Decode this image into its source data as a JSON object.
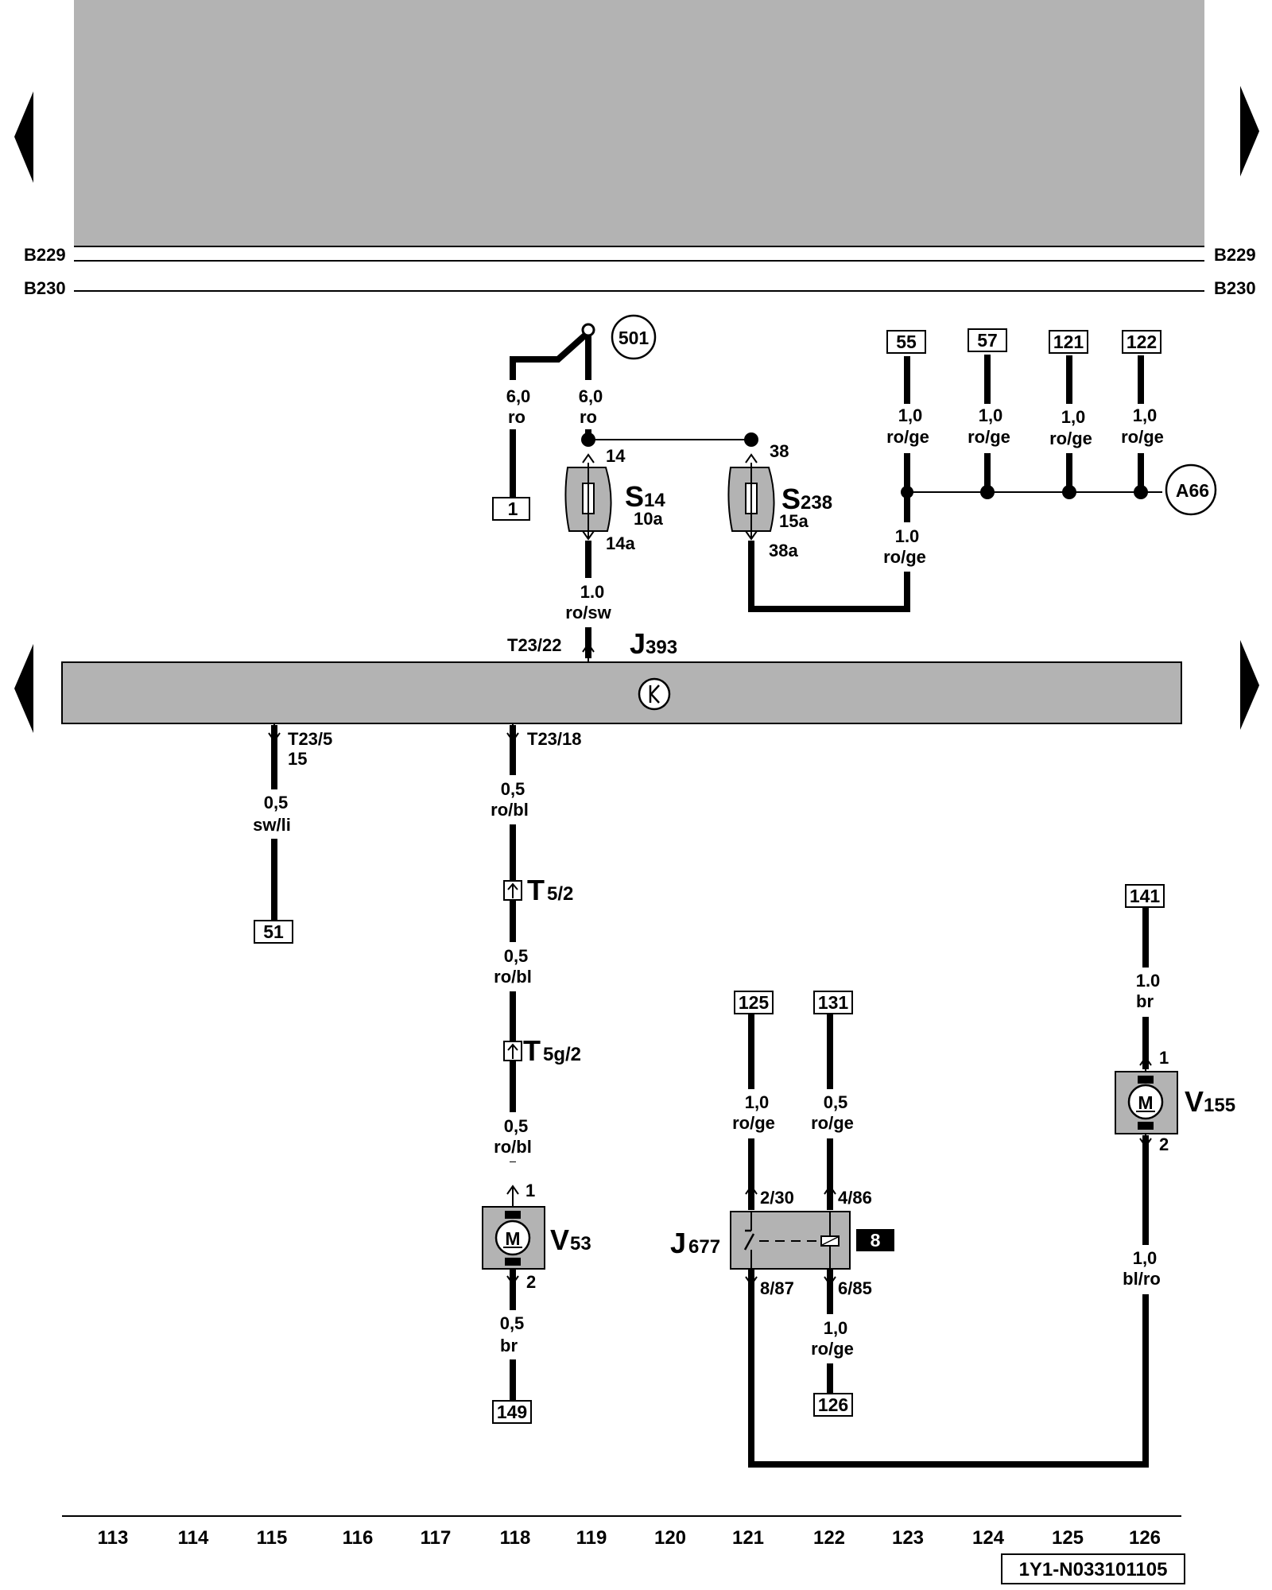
{
  "page": {
    "bus_labels": {
      "b229": "B229",
      "b230": "B230"
    },
    "document_id": "1Y1-N033101105",
    "current_track_numbers": [
      "113",
      "114",
      "115",
      "116",
      "117",
      "118",
      "119",
      "120",
      "121",
      "122",
      "123",
      "124",
      "125",
      "126"
    ]
  },
  "nav": {
    "prev_icon": "triangle-left-icon",
    "next_icon": "triangle-right-icon"
  },
  "components": {
    "j393": {
      "letter": "J",
      "sub": "393",
      "symbol_icon": "control-unit-symbol-icon"
    },
    "s14": {
      "letter": "S",
      "sub": "14",
      "amp": "10a",
      "in_pin": "14",
      "out_pin": "14a"
    },
    "s238": {
      "letter": "S",
      "sub": "238",
      "amp": "15a",
      "in_pin": "38",
      "out_pin": "38a"
    },
    "t5": {
      "letter": "T",
      "sub": "5/2"
    },
    "t5g": {
      "letter": "T",
      "sub": "5g/2"
    },
    "v53": {
      "letter": "V",
      "sub": "53",
      "pin1": "1",
      "pin2": "2",
      "motor": "M"
    },
    "v155": {
      "letter": "V",
      "sub": "155",
      "pin1": "1",
      "pin2": "2",
      "motor": "M"
    },
    "j677": {
      "letter": "J",
      "sub": "677",
      "pin_2_30": "2/30",
      "pin_4_86": "4/86",
      "pin_8_87": "8/87",
      "pin_6_85": "6/85",
      "badge": "8"
    },
    "ground_501": "501",
    "ground_a66": "A66"
  },
  "connectors": {
    "t23_22": "T23/22",
    "t23_5": "T23/5",
    "t23_5_sub": "15",
    "t23_18": "T23/18"
  },
  "refs": {
    "r1": "1",
    "r55": "55",
    "r57": "57",
    "r121": "121",
    "r122": "122",
    "r51": "51",
    "r149": "149",
    "r125": "125",
    "r131": "131",
    "r126": "126",
    "r141": "141"
  },
  "wires": {
    "w_ro_left": {
      "size": "6,0",
      "color": "ro"
    },
    "w_ro_right": {
      "size": "6,0",
      "color": "ro"
    },
    "w_s14_out": {
      "size": "1.0",
      "color": "ro/sw"
    },
    "w_55": {
      "size": "1,0",
      "color": "ro/ge"
    },
    "w_57": {
      "size": "1,0",
      "color": "ro/ge"
    },
    "w_121": {
      "size": "1,0",
      "color": "ro/ge"
    },
    "w_122": {
      "size": "1,0",
      "color": "ro/ge"
    },
    "w_55_down": {
      "size": "1.0",
      "color": "ro/ge"
    },
    "w_t23_5": {
      "size": "0,5",
      "color": "sw/li"
    },
    "w_t23_18": {
      "size": "0,5",
      "color": "ro/bl"
    },
    "w_t5_t5g": {
      "size": "0,5",
      "color": "ro/bl"
    },
    "w_t5g_v53": {
      "size": "0,5",
      "color": "ro/bl"
    },
    "w_v53_149": {
      "size": "0,5",
      "color": "br"
    },
    "w_125": {
      "size": "1,0",
      "color": "ro/ge"
    },
    "w_131": {
      "size": "0,5",
      "color": "ro/ge"
    },
    "w_126": {
      "size": "1,0",
      "color": "ro/ge"
    },
    "w_141": {
      "size": "1.0",
      "color": "br"
    },
    "w_v155_down": {
      "size": "1,0",
      "color": "bl/ro"
    }
  }
}
